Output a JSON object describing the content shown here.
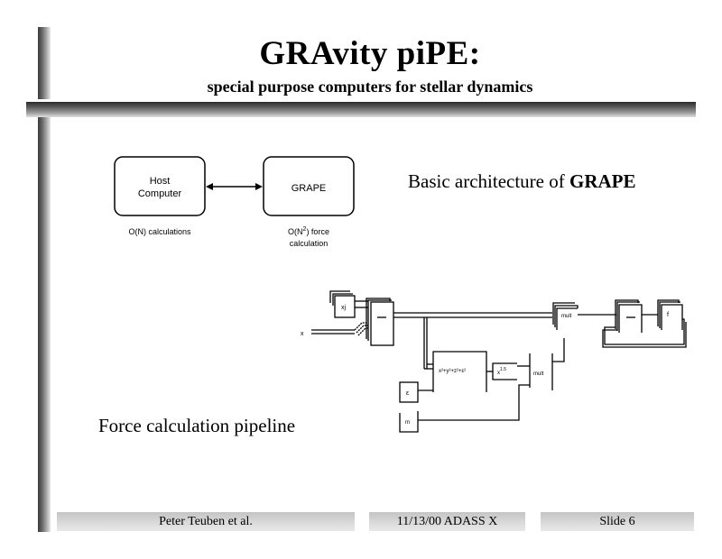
{
  "slide": {
    "title": "GRAvity piPE:",
    "subtitle": "special purpose computers for stellar dynamics"
  },
  "architecture": {
    "caption_prefix": "Basic architecture of ",
    "caption_bold": "GRAPE",
    "host_box": {
      "line1": "Host",
      "line2": "Computer"
    },
    "grape_box": {
      "label": "GRAPE"
    },
    "host_note": "O(N) calculations",
    "grape_note_prefix": "O(N",
    "grape_note_sup": "2",
    "grape_note_suffix": ") force",
    "grape_note_line2": "calculation",
    "link": "bidirectional-arrow"
  },
  "pipeline": {
    "caption": "Force calculation pipeline",
    "labels": {
      "xj_register": "xj",
      "xi_input": "x",
      "subtractor": "—",
      "square_sum": "x²+y²+z²+ε²",
      "power": "x",
      "power_exp": "1.5",
      "multiplier_inner": "mult",
      "multiplier_outer": "mult",
      "epsilon_register": "ε",
      "mass_register": "m",
      "accumulator_sub": "—",
      "accumulator": "f"
    }
  },
  "footer": {
    "author": "Peter Teuben et al.",
    "date_event": "11/13/00 ADASS X",
    "slide_number": "Slide 6"
  }
}
